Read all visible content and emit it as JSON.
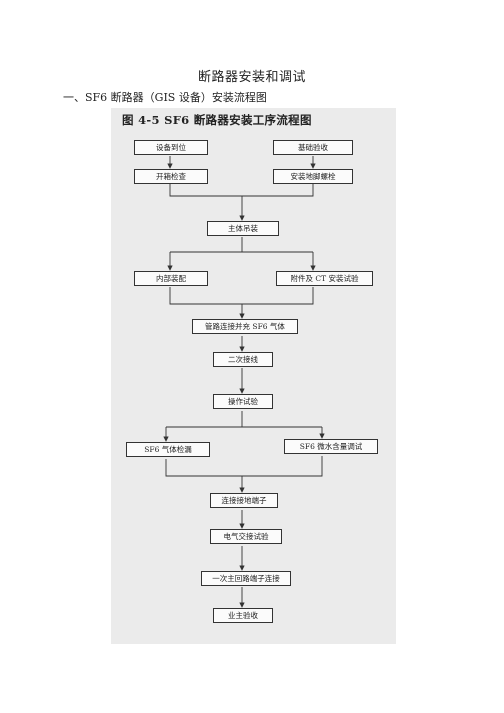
{
  "document": {
    "title": "断路器安装和调试",
    "subtitle": "一、SF6 断路器（GIS 设备）安装流程图"
  },
  "figure": {
    "title": "图 4-5   SF6 断路器安装工序流程图",
    "boxes": {
      "equipment_arrival": "设备到位",
      "foundation_acceptance": "基础验收",
      "unpacking_inspection": "开箱检查",
      "anchor_bolt_install": "安装地脚螺栓",
      "main_body_hoisting": "主体吊装",
      "internal_assembly": "内部装配",
      "accessories_ct_test": "附件及 CT 安装试验",
      "piping_sf6_fill": "管路连接并充 SF6 气体",
      "secondary_wiring": "二次接线",
      "operation_test": "操作试验",
      "sf6_leak_test": "SF6 气体检漏",
      "sf6_moisture_test": "SF6 微水含量调试",
      "grounding_terminal": "连接接地端子",
      "electrical_handover_test": "电气交接试验",
      "primary_loop_terminal": "一次主回路端子连接",
      "owner_acceptance": "业主验收"
    }
  }
}
